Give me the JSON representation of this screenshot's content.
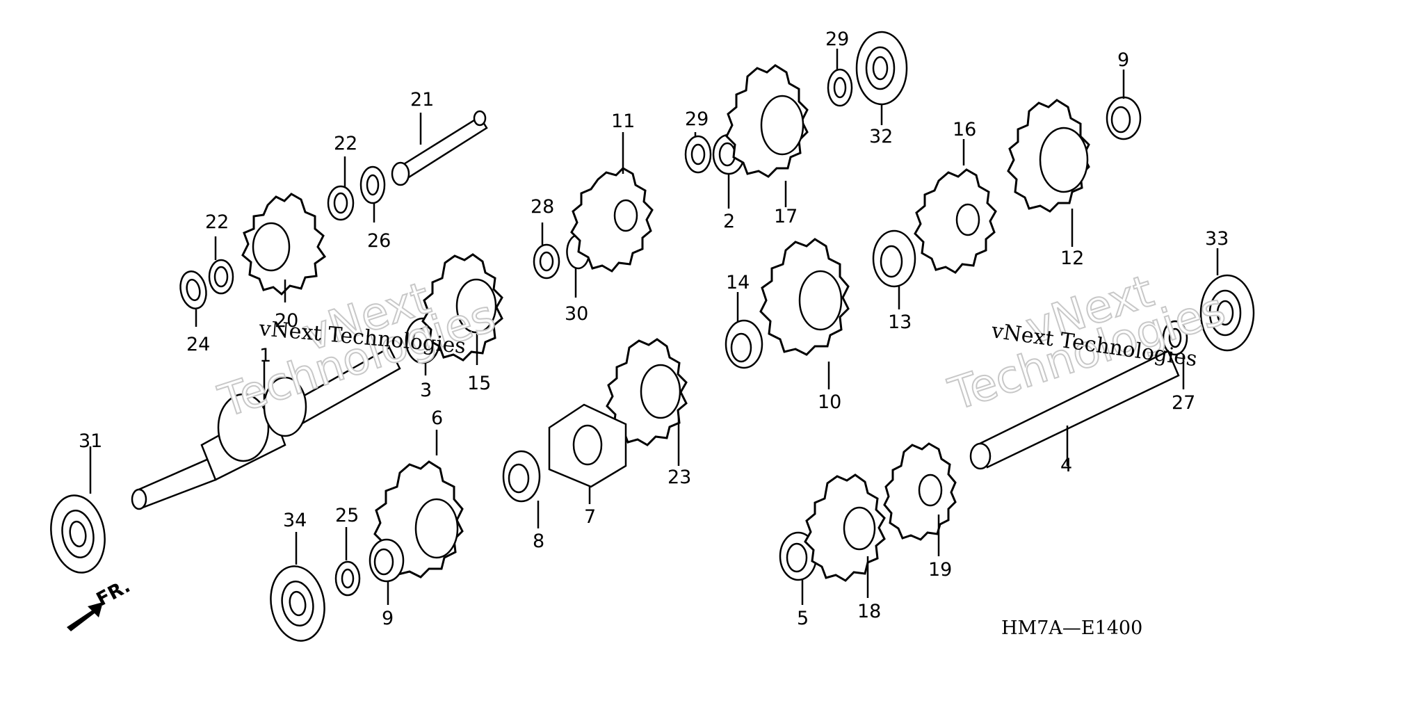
{
  "diagram_code": "HM7A—E1400",
  "front_arrow_label": "FR.",
  "watermark": {
    "small": "vNext Technologies",
    "large_top": "vNext",
    "large_bottom": "Technologies"
  },
  "colors": {
    "line": "#000000",
    "background": "#ffffff",
    "watermark": "#c8c8c8"
  },
  "parts": {
    "p1": "1",
    "p2": "2",
    "p3": "3",
    "p4": "4",
    "p5": "5",
    "p6": "6",
    "p7": "7",
    "p8": "8",
    "p9a": "9",
    "p9b": "9",
    "p10": "10",
    "p11": "11",
    "p12": "12",
    "p13": "13",
    "p14": "14",
    "p15": "15",
    "p16": "16",
    "p17": "17",
    "p18": "18",
    "p19": "19",
    "p20": "20",
    "p21": "21",
    "p22a": "22",
    "p22b": "22",
    "p23": "23",
    "p24": "24",
    "p25": "25",
    "p26": "26",
    "p27": "27",
    "p28": "28",
    "p29a": "29",
    "p29b": "29",
    "p30": "30",
    "p31": "31",
    "p32": "32",
    "p33": "33",
    "p34": "34"
  }
}
